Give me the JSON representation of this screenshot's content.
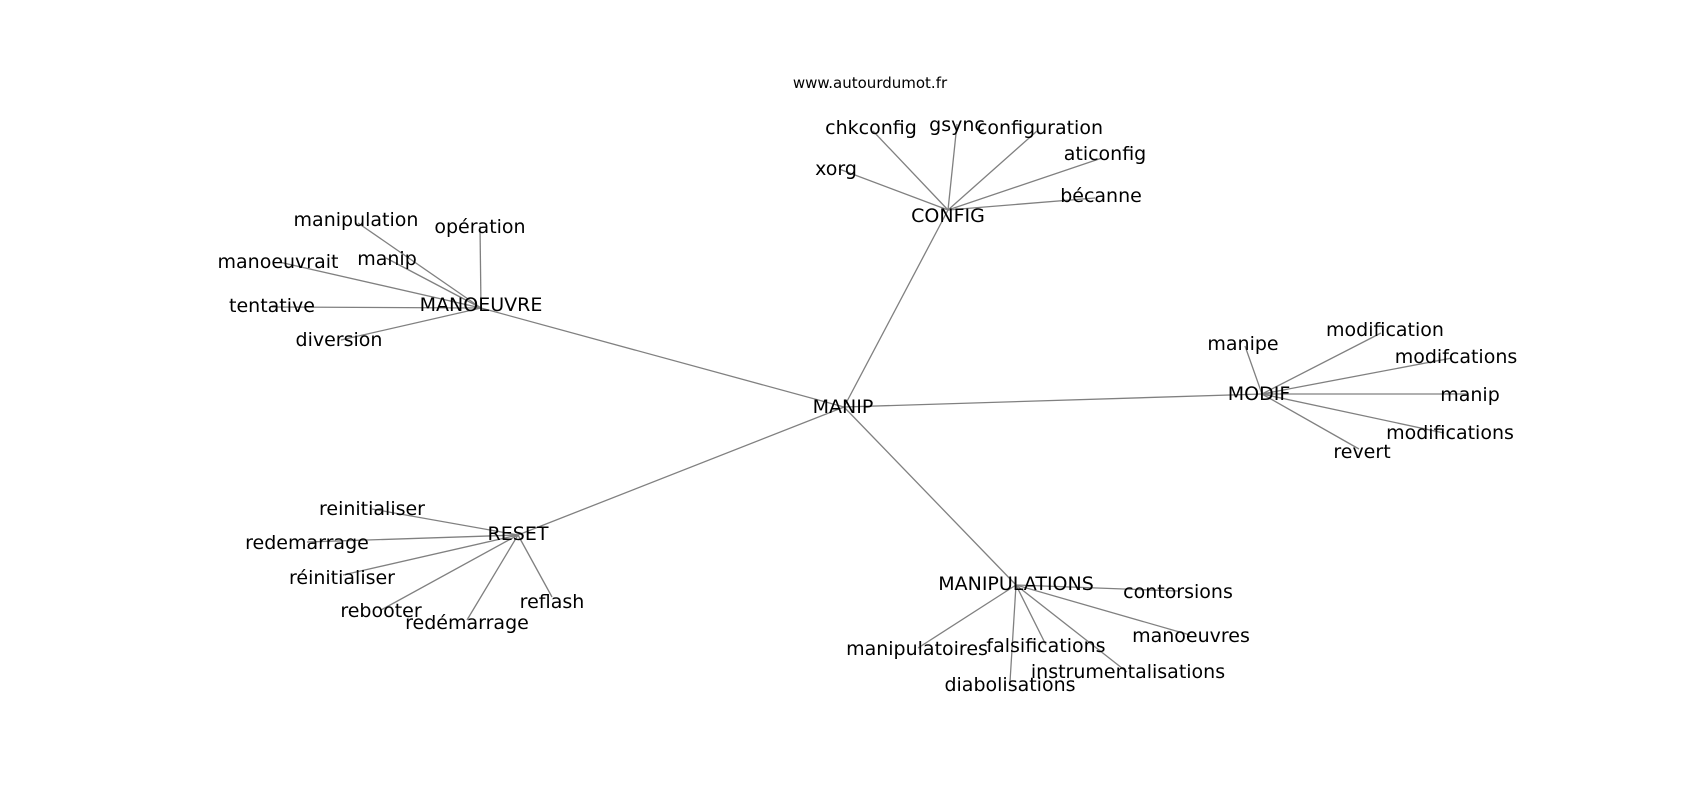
{
  "site": "www.autourdumot.fr",
  "nodes": [
    {
      "id": "MANIP",
      "label": "MANIP"
    },
    {
      "id": "CONFIG",
      "label": "CONFIG"
    },
    {
      "id": "MANOEUVRE",
      "label": "MANOEUVRE"
    },
    {
      "id": "MODIF",
      "label": "MODIF"
    },
    {
      "id": "RESET",
      "label": "RESET"
    },
    {
      "id": "MANIPULATIONS",
      "label": "MANIPULATIONS"
    },
    {
      "id": "chkconfig",
      "label": "chkconfig"
    },
    {
      "id": "gsync",
      "label": "gsync"
    },
    {
      "id": "configuration",
      "label": "configuration"
    },
    {
      "id": "aticonfig",
      "label": "aticonfig"
    },
    {
      "id": "xorg",
      "label": "xorg"
    },
    {
      "id": "becanne",
      "label": "bécanne"
    },
    {
      "id": "manipulation",
      "label": "manipulation"
    },
    {
      "id": "operation",
      "label": "opération"
    },
    {
      "id": "manoeuvrait",
      "label": "manoeuvrait"
    },
    {
      "id": "manip_a",
      "label": "manip"
    },
    {
      "id": "tentative",
      "label": "tentative"
    },
    {
      "id": "diversion",
      "label": "diversion"
    },
    {
      "id": "manipe",
      "label": "manipe"
    },
    {
      "id": "modification",
      "label": "modification"
    },
    {
      "id": "modifcations",
      "label": "modifcations"
    },
    {
      "id": "manip_b",
      "label": "manip"
    },
    {
      "id": "modifications",
      "label": "modifications"
    },
    {
      "id": "revert",
      "label": "revert"
    },
    {
      "id": "reinitialiser",
      "label": "reinitialiser"
    },
    {
      "id": "redemarrage",
      "label": "redemarrage"
    },
    {
      "id": "reinitialiser_acc",
      "label": "réinitialiser"
    },
    {
      "id": "rebooter",
      "label": "rebooter"
    },
    {
      "id": "redemarrage_acc",
      "label": "redémarrage"
    },
    {
      "id": "reflash",
      "label": "reflash"
    },
    {
      "id": "contorsions",
      "label": "contorsions"
    },
    {
      "id": "manoeuvres",
      "label": "manoeuvres"
    },
    {
      "id": "manipulatoires",
      "label": "manipulatoires"
    },
    {
      "id": "falsifications",
      "label": "falsifications"
    },
    {
      "id": "instrumentalisations",
      "label": "instrumentalisations"
    },
    {
      "id": "diabolisations",
      "label": "diabolisations"
    }
  ],
  "edges": [
    [
      "MANIP",
      "CONFIG"
    ],
    [
      "MANIP",
      "MANOEUVRE"
    ],
    [
      "MANIP",
      "MODIF"
    ],
    [
      "MANIP",
      "RESET"
    ],
    [
      "MANIP",
      "MANIPULATIONS"
    ],
    [
      "CONFIG",
      "chkconfig"
    ],
    [
      "CONFIG",
      "gsync"
    ],
    [
      "CONFIG",
      "configuration"
    ],
    [
      "CONFIG",
      "aticonfig"
    ],
    [
      "CONFIG",
      "xorg"
    ],
    [
      "CONFIG",
      "becanne"
    ],
    [
      "MANOEUVRE",
      "manipulation"
    ],
    [
      "MANOEUVRE",
      "operation"
    ],
    [
      "MANOEUVRE",
      "manoeuvrait"
    ],
    [
      "MANOEUVRE",
      "manip_a"
    ],
    [
      "MANOEUVRE",
      "tentative"
    ],
    [
      "MANOEUVRE",
      "diversion"
    ],
    [
      "MODIF",
      "manipe"
    ],
    [
      "MODIF",
      "modification"
    ],
    [
      "MODIF",
      "modifcations"
    ],
    [
      "MODIF",
      "manip_b"
    ],
    [
      "MODIF",
      "modifications"
    ],
    [
      "MODIF",
      "revert"
    ],
    [
      "RESET",
      "reinitialiser"
    ],
    [
      "RESET",
      "redemarrage"
    ],
    [
      "RESET",
      "reinitialiser_acc"
    ],
    [
      "RESET",
      "rebooter"
    ],
    [
      "RESET",
      "redemarrage_acc"
    ],
    [
      "RESET",
      "reflash"
    ],
    [
      "MANIPULATIONS",
      "contorsions"
    ],
    [
      "MANIPULATIONS",
      "manoeuvres"
    ],
    [
      "MANIPULATIONS",
      "manipulatoires"
    ],
    [
      "MANIPULATIONS",
      "falsifications"
    ],
    [
      "MANIPULATIONS",
      "instrumentalisations"
    ],
    [
      "MANIPULATIONS",
      "diabolisations"
    ]
  ]
}
